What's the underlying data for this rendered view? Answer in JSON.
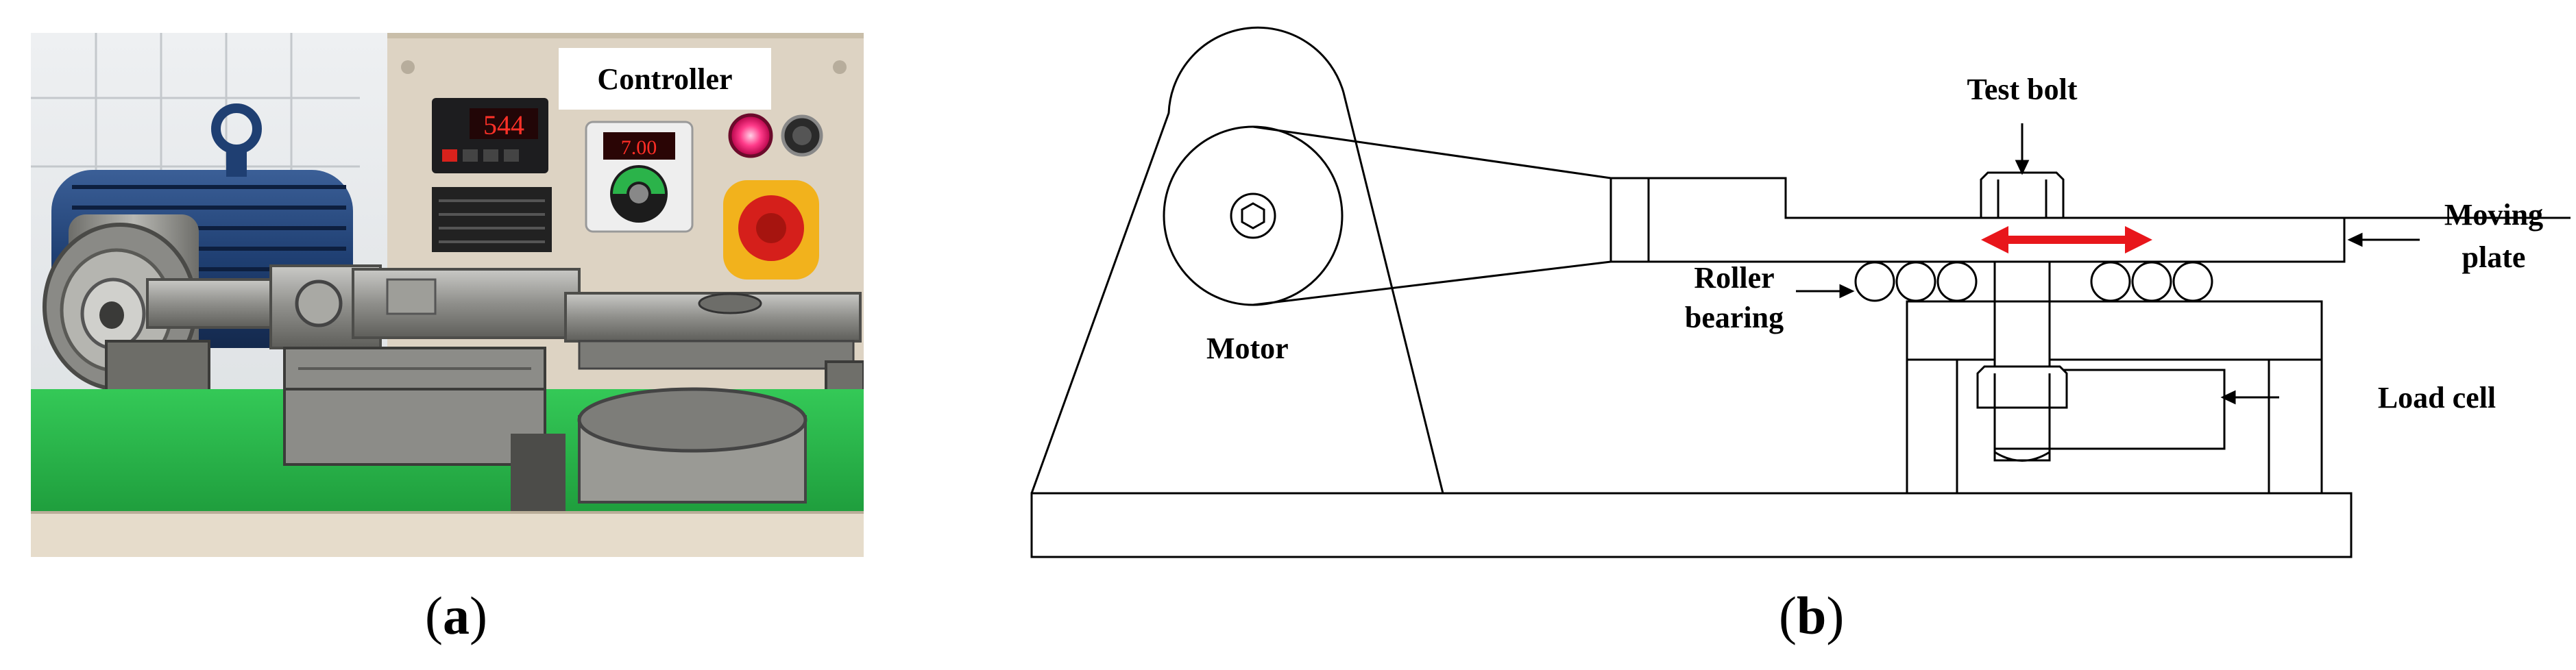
{
  "photo": {
    "controller_label": "Controller",
    "display_value": "544",
    "drive_display_value": "7.00"
  },
  "diagram": {
    "labels": {
      "motor": "Motor",
      "test_bolt": "Test bolt",
      "moving_plate_line1": "Moving",
      "moving_plate_line2": "plate",
      "roller_bearing_line1": "Roller",
      "roller_bearing_line2": "bearing",
      "load_cell": "Load cell"
    },
    "arrow_color": "#e8161b"
  },
  "captions": {
    "a_open": "(",
    "a_letter": "a",
    "a_close": ")",
    "b_open": "(",
    "b_letter": "b",
    "b_close": ")"
  }
}
